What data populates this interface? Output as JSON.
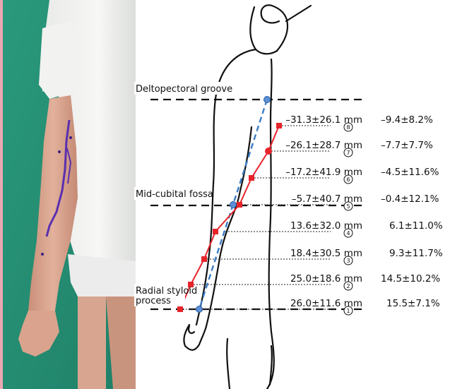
{
  "labels": {
    "deltopectoral": "Deltopectoral groove",
    "midcubital": "Mid-cubital fossa",
    "radial_line1": "Radial styloid",
    "radial_line2": "process"
  },
  "levels": [
    {
      "num": "8",
      "mm": "–31.3±26.1 mm",
      "pct": "–9.4±8.2%"
    },
    {
      "num": "7",
      "mm": "–26.1±28.7 mm",
      "pct": "–7.7±7.7%"
    },
    {
      "num": "6",
      "mm": "–17.2±41.9 mm",
      "pct": "–4.5±11.6%"
    },
    {
      "num": "5",
      "mm": "–5.7±40.7 mm",
      "pct": "–0.4±12.1%"
    },
    {
      "num": "4",
      "mm": "13.6±32.0 mm",
      "pct": "6.1±11.0%"
    },
    {
      "num": "3",
      "mm": "18.4±30.5 mm",
      "pct": "9.3±11.7%"
    },
    {
      "num": "2",
      "mm": "25.0±18.6 mm",
      "pct": "14.5±10.2%"
    },
    {
      "num": "1",
      "mm": "26.0±11.6 mm",
      "pct": "15.5±7.1%"
    }
  ],
  "colors": {
    "vein_line": "#e8232a",
    "reference_line": "#3a7cc7",
    "photo_border": "#e9a7b2"
  }
}
